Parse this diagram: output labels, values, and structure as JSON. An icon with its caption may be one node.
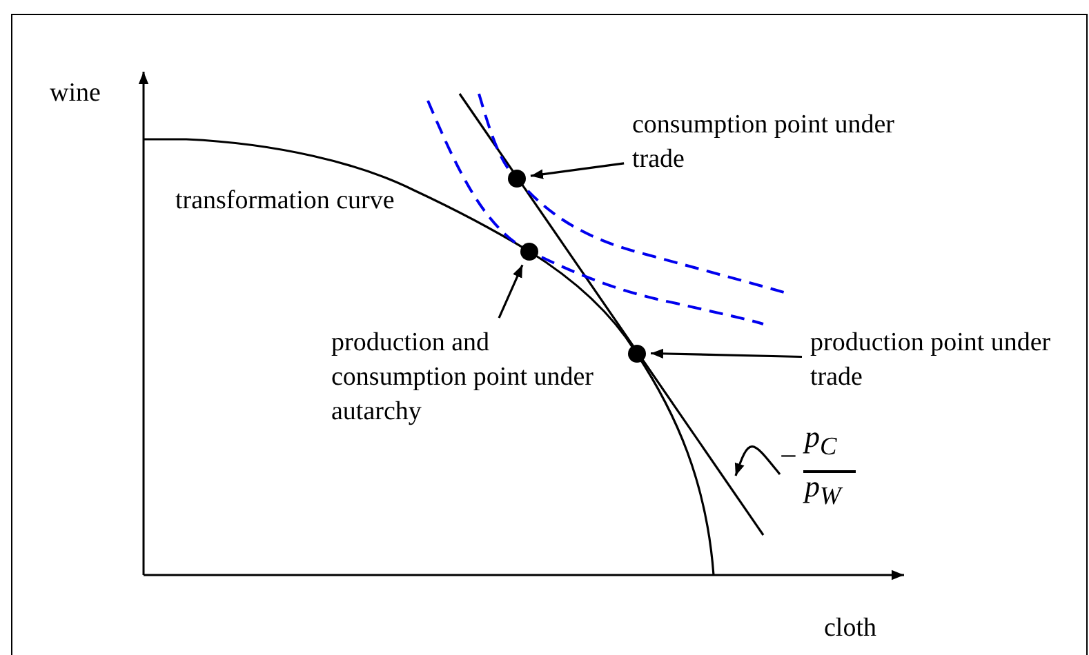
{
  "diagram": {
    "nodes": [
      {
        "text": [
          "consumption point under trade"
        ]
      },
      {
        "text": [],
        "shape": "circle"
      },
      {
        "text": [
          "production and consumption point under autarchy"
        ]
      },
      {
        "text": [],
        "shape": "circle"
      },
      {
        "text": [
          "production point under trade"
        ]
      },
      {
        "text": [],
        "shape": "circle"
      },
      {
        "text": [
          "−",
          "p$_{C}$",
          "p$_{W}$"
        ]
      }
    ],
    "edges": [
      {
        "from": 0,
        "to": 1,
        "arrow": "to"
      },
      {
        "from": 2,
        "to": 3,
        "arrow": "to"
      },
      {
        "from": 4,
        "to": 5,
        "arrow": "to"
      },
      {
        "from": 6,
        "to": null,
        "arrow": "to"
      }
    ],
    "labels": [
      "wine",
      "transformation curve",
      "cloth"
    ]
  }
}
